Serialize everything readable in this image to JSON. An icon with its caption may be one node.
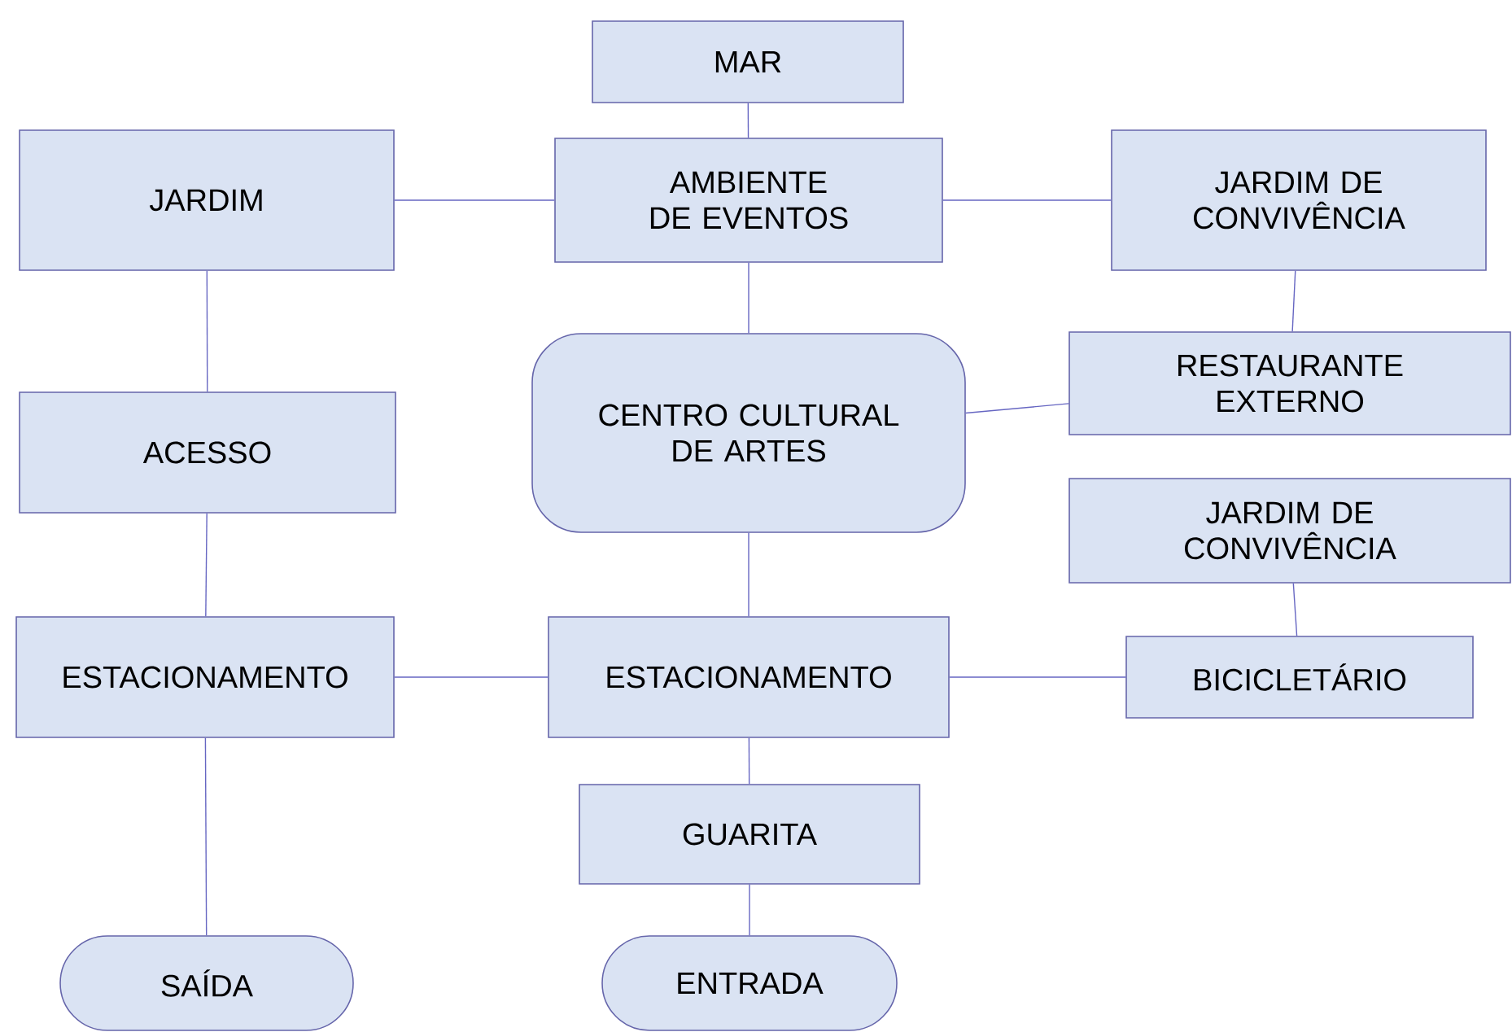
{
  "diagram": {
    "nodes": [
      {
        "text": [
          "MAR"
        ]
      },
      {
        "text": [
          "JARDIM"
        ]
      },
      {
        "text": [
          "AMBIENTE DE EVENTOS"
        ]
      },
      {
        "text": [
          "JARDIM DE CONVIVÊNCIA"
        ]
      },
      {
        "text": [
          "RESTAURANTE EXTERNO"
        ]
      },
      {
        "text": [
          "CENTRO CULTURAL DE ARTES"
        ]
      },
      {
        "text": [
          "ACESSO"
        ]
      },
      {
        "text": [
          "JARDIM DE CONVIVÊNCIA"
        ]
      },
      {
        "text": [
          "ESTACIONAMENTO"
        ]
      },
      {
        "text": [
          "ESTACIONAMENTO"
        ]
      },
      {
        "text": [
          "BICICLETÁRIO"
        ]
      },
      {
        "text": [
          "GUARITA"
        ]
      },
      {
        "text": [
          "SAÍDA"
        ]
      },
      {
        "text": [
          "ENTRADA"
        ]
      }
    ],
    "edges": [
      {
        "from": 0,
        "to": 2,
        "arrow": "none"
      },
      {
        "from": 1,
        "to": 2,
        "arrow": "none"
      },
      {
        "from": 2,
        "to": 3,
        "arrow": "none"
      },
      {
        "from": 2,
        "to": 5,
        "arrow": "none"
      },
      {
        "from": 3,
        "to": 4,
        "arrow": "none"
      },
      {
        "from": 5,
        "to": 4,
        "arrow": "none"
      },
      {
        "from": 1,
        "to": 6,
        "arrow": "none"
      },
      {
        "from": 6,
        "to": 8,
        "arrow": "none"
      },
      {
        "from": 8,
        "to": 9,
        "arrow": "none"
      },
      {
        "from": 5,
        "to": 9,
        "arrow": "none"
      },
      {
        "from": 9,
        "to": 10,
        "arrow": "none"
      },
      {
        "from": 7,
        "to": 10,
        "arrow": "none"
      },
      {
        "from": 9,
        "to": 11,
        "arrow": "none"
      },
      {
        "from": 11,
        "to": 13,
        "arrow": "none"
      },
      {
        "from": 8,
        "to": 12,
        "arrow": "none"
      }
    ]
  }
}
